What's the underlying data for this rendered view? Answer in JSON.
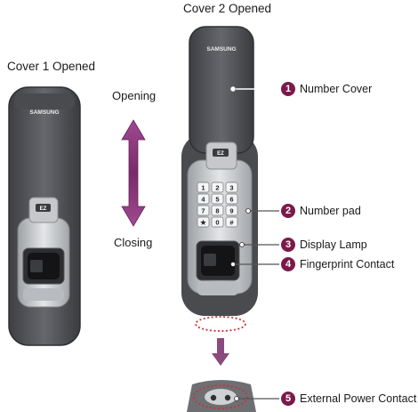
{
  "titles": {
    "cover1": "Cover 1 Opened",
    "cover2": "Cover 2 Opened"
  },
  "motion": {
    "opening": "Opening",
    "closing": "Closing"
  },
  "brand": "SAMSUNG",
  "ez_badge": "EZ",
  "keypad": [
    "1",
    "2",
    "3",
    "4",
    "5",
    "6",
    "7",
    "8",
    "9",
    "★",
    "0",
    "#"
  ],
  "callouts": [
    {
      "num": "1",
      "label": "Number Cover"
    },
    {
      "num": "2",
      "label": "Number pad"
    },
    {
      "num": "3",
      "label": "Display Lamp"
    },
    {
      "num": "4",
      "label": "Fingerprint Contact"
    },
    {
      "num": "5",
      "label": "External Power Contact"
    }
  ],
  "colors": {
    "accent": "#7a1a4a",
    "arrow": "#8a3a7a",
    "body": "#55565a",
    "silver": "#c9cbce"
  }
}
